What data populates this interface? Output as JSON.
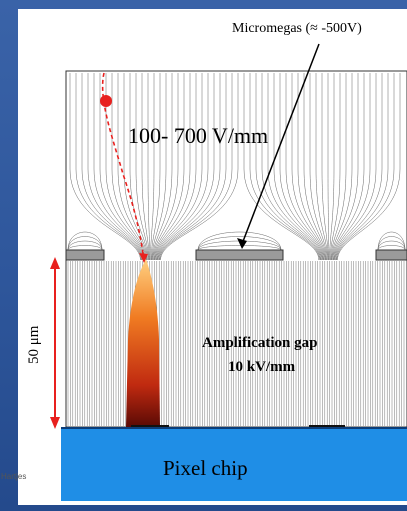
{
  "micromegas_label": "Micromegas (≈ -500V)",
  "drift_field_label": "100- 700 V/mm",
  "amplification_gap_title": "Amplification gap",
  "amplification_gap_field": "10 kV/mm",
  "gap_size_label": "50 μm",
  "chip_label": "Pixel chip",
  "credit": "Hartjes",
  "colors": {
    "background": "#3a63a8",
    "chip": "#1f8ee6",
    "grid_bars": "#9a9a9a",
    "arrow": "#e8201e",
    "electron": "#e8201e"
  }
}
